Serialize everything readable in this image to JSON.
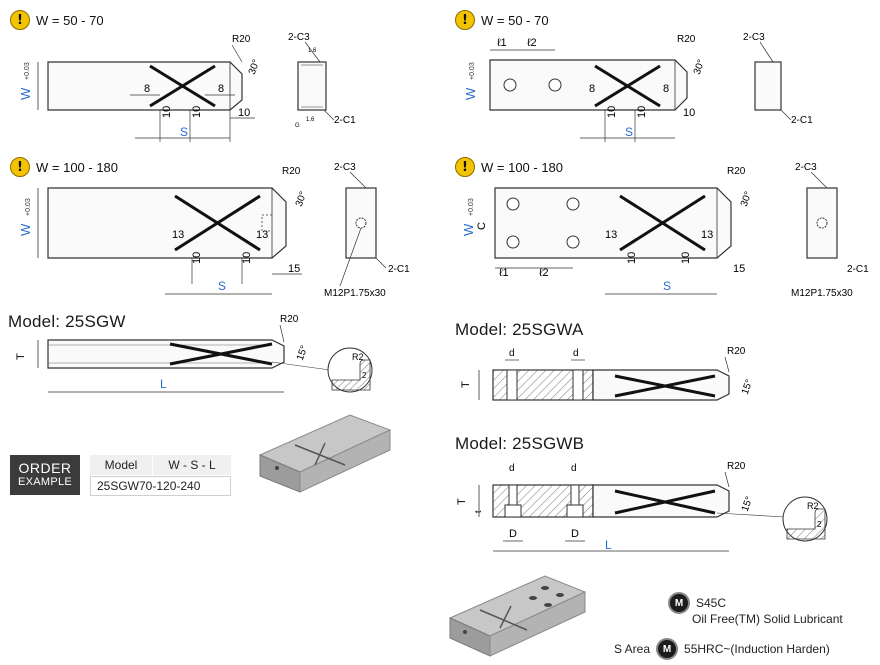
{
  "top_left": {
    "warn_label": "W = 50 - 70",
    "w_label": "W",
    "w_tol": "+0.03",
    "w_tol2": "+0",
    "s_label": "S",
    "r_label": "R20",
    "angle_label": "30°",
    "c3_label": "2-C3",
    "c1_label": "2-C1",
    "rough": "1.6",
    "g": "G",
    "dims": [
      "8",
      "8",
      "10",
      "10",
      "10"
    ]
  },
  "top_right": {
    "warn_label": "W = 50 - 70",
    "l1": "ℓ1",
    "l2": "ℓ2",
    "dims": [
      "8",
      "8",
      "10",
      "10",
      "10"
    ]
  },
  "mid_left": {
    "warn_label": "W = 100 - 180",
    "dims": [
      "13",
      "13",
      "10",
      "10",
      "15"
    ],
    "thread": "M12P1.75x30"
  },
  "mid_right": {
    "warn_label": "W = 100 - 180",
    "c_label": "C",
    "dims": [
      "13",
      "13",
      "10",
      "10",
      "15"
    ],
    "thread": "M12P1.75x30"
  },
  "sgw": {
    "title": "Model: 25SGW",
    "t": "T",
    "l": "L",
    "r20": "R20",
    "angle": "15°",
    "r2": "R2",
    "two": "2"
  },
  "sgwa": {
    "title": "Model: 25SGWA",
    "d": "d",
    "t": "T",
    "r20": "R20",
    "angle": "15°"
  },
  "sgwb": {
    "title": "Model: 25SGWB",
    "d": "d",
    "D": "D",
    "t": "T",
    "tt": "t",
    "l": "L",
    "r20": "R20",
    "angle": "15°",
    "r2": "R2",
    "two": "2"
  },
  "order": {
    "tag1": "ORDER",
    "tag2": "EXAMPLE",
    "col_model": "Model",
    "col_wsl": "W - S - L",
    "example": "25SGW70-120-240"
  },
  "materials": {
    "m1": "S45C",
    "m2": "Oil Free(TM) Solid Lubricant",
    "s_area": "S Area",
    "m3": "55HRC~(Induction Harden)",
    "badge": "M"
  },
  "colors": {
    "dim_blue": "#2a6bd1",
    "line": "#333333",
    "warn": "#f3c300"
  }
}
